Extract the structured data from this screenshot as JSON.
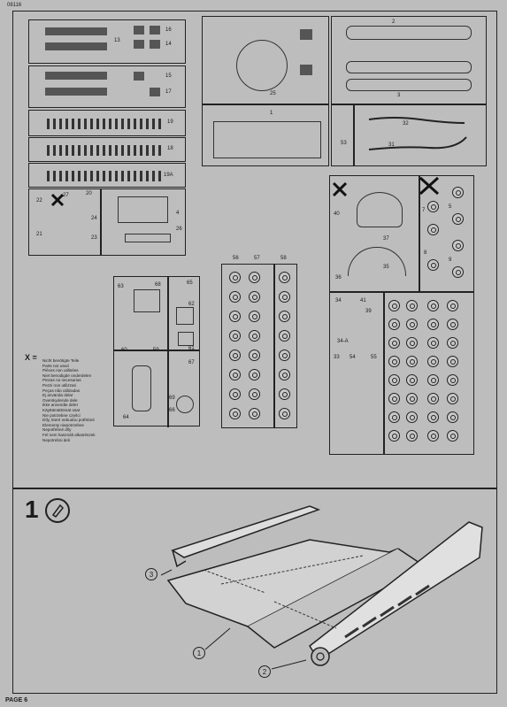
{
  "header": {
    "page_id": "08116"
  },
  "footer": {
    "page_label": "PAGE 6"
  },
  "legend": {
    "symbol": "X =",
    "lines": [
      "Nicht benötigte Teile",
      "Parts not used",
      "Pièces non utilisées",
      "Niet benodigde onderdelen",
      "Piezas no necesarias",
      "Pezzi non utilizzati",
      "Peças não utilizadas",
      "Ej använda delar",
      "Overskydende dele",
      "Ikke anvendte deler",
      "Käyttämättömät osat",
      "Nie potrzebne części",
      "Díly, které nebudou potřebné",
      "Elementy niepotrzebne",
      "Nepotřebné díly",
      "Fel nem használt alkatrészek",
      "Nepotrebni deli"
    ]
  },
  "sprue_labels": {
    "left_column": [
      "13",
      "16",
      "14",
      "15",
      "17",
      "19",
      "18",
      "19A",
      "22",
      "27",
      "21",
      "24",
      "23",
      "20",
      "4",
      "26"
    ],
    "top_right": [
      "25",
      "2",
      "3",
      "1",
      "32",
      "31",
      "53"
    ],
    "middle_left": [
      "63",
      "68",
      "65",
      "62",
      "60",
      "59",
      "61",
      "67",
      "64",
      "69",
      "66"
    ],
    "middle_center": [
      "56",
      "57",
      "58"
    ],
    "right": [
      "40",
      "37",
      "35",
      "36",
      "34",
      "39",
      "34-A",
      "33",
      "54",
      "55",
      "5",
      "8",
      "9",
      "7",
      "41"
    ]
  },
  "step": {
    "number": "1",
    "callouts": [
      "3",
      "1",
      "2"
    ]
  },
  "colors": {
    "paper": "#bdbdbd",
    "ink": "#1c1c1c"
  }
}
